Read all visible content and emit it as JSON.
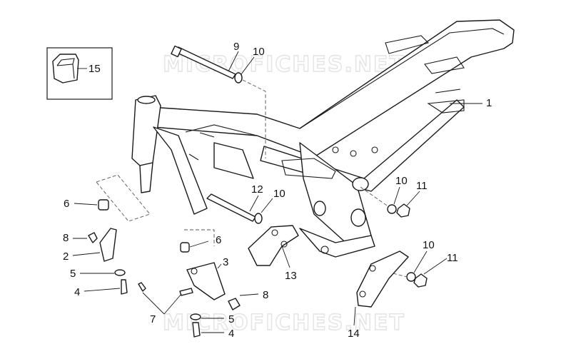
{
  "watermark": "MICROFICHES.NET",
  "callouts": {
    "c1": "1",
    "c2": "2",
    "c3": "3",
    "c4a": "4",
    "c4b": "4",
    "c5a": "5",
    "c5b": "5",
    "c6a": "6",
    "c6b": "6",
    "c7": "7",
    "c8a": "8",
    "c8b": "8",
    "c9": "9",
    "c10a": "10",
    "c10b": "10",
    "c10c": "10",
    "c10d": "10",
    "c11a": "11",
    "c11b": "11",
    "c12": "12",
    "c13": "13",
    "c14": "14",
    "c15": "15"
  },
  "colors": {
    "line": "#1a1a1a",
    "watermark": "#e3e3e3",
    "background": "#ffffff"
  }
}
